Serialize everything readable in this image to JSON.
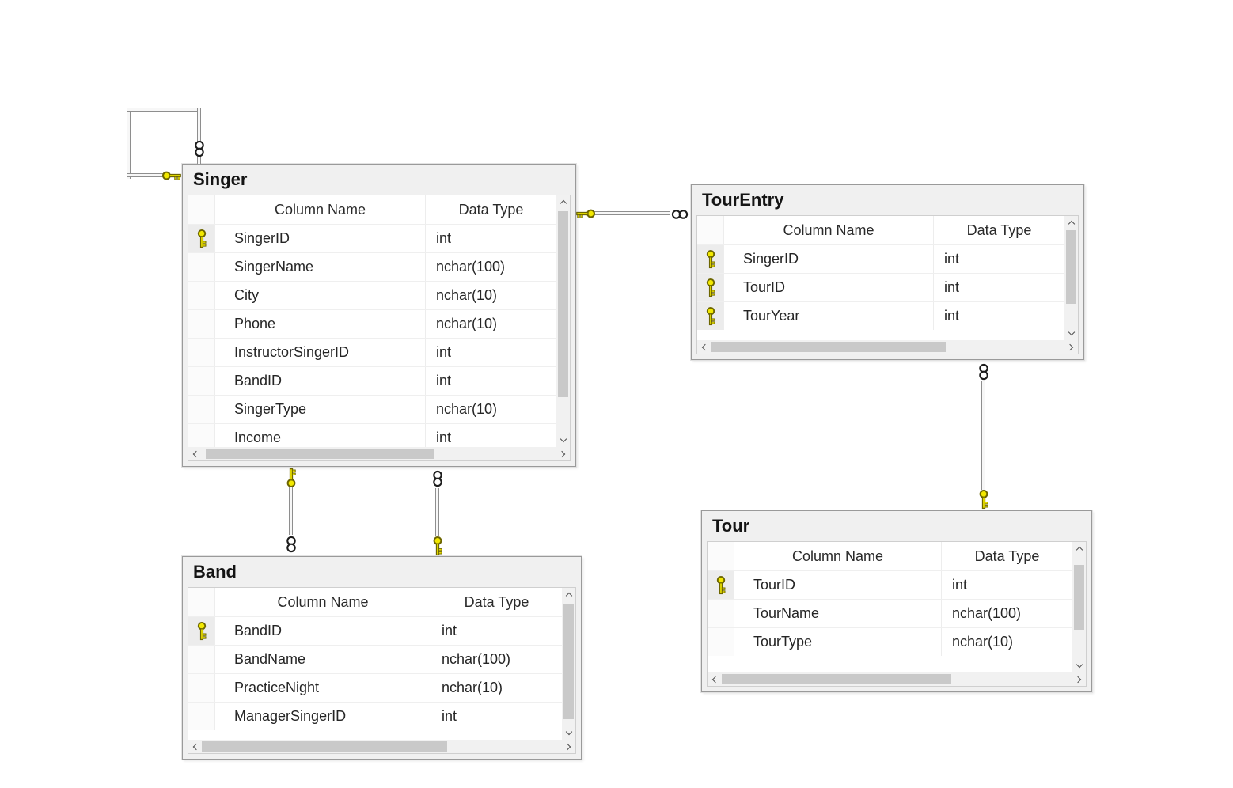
{
  "diagram": {
    "tables": [
      {
        "name": "Singer",
        "headers": [
          "Column Name",
          "Data Type"
        ],
        "rows": [
          {
            "key": true,
            "name": "SingerID",
            "type": "int"
          },
          {
            "key": false,
            "name": "SingerName",
            "type": "nchar(100)"
          },
          {
            "key": false,
            "name": "City",
            "type": "nchar(10)"
          },
          {
            "key": false,
            "name": "Phone",
            "type": "nchar(10)"
          },
          {
            "key": false,
            "name": "InstructorSingerID",
            "type": "int"
          },
          {
            "key": false,
            "name": "BandID",
            "type": "int"
          },
          {
            "key": false,
            "name": "SingerType",
            "type": "nchar(10)"
          },
          {
            "key": false,
            "name": "Income",
            "type": "int"
          }
        ]
      },
      {
        "name": "TourEntry",
        "headers": [
          "Column Name",
          "Data Type"
        ],
        "rows": [
          {
            "key": true,
            "name": "SingerID",
            "type": "int"
          },
          {
            "key": true,
            "name": "TourID",
            "type": "int"
          },
          {
            "key": true,
            "name": "TourYear",
            "type": "int"
          }
        ]
      },
      {
        "name": "Band",
        "headers": [
          "Column Name",
          "Data Type"
        ],
        "rows": [
          {
            "key": true,
            "name": "BandID",
            "type": "int"
          },
          {
            "key": false,
            "name": "BandName",
            "type": "nchar(100)"
          },
          {
            "key": false,
            "name": "PracticeNight",
            "type": "nchar(10)"
          },
          {
            "key": false,
            "name": "ManagerSingerID",
            "type": "int"
          }
        ]
      },
      {
        "name": "Tour",
        "headers": [
          "Column Name",
          "Data Type"
        ],
        "rows": [
          {
            "key": true,
            "name": "TourID",
            "type": "int"
          },
          {
            "key": false,
            "name": "TourName",
            "type": "nchar(100)"
          },
          {
            "key": false,
            "name": "TourType",
            "type": "nchar(10)"
          }
        ]
      }
    ],
    "relationships": [
      {
        "id": "singer-self",
        "one_side": "Singer",
        "many_side": "Singer"
      },
      {
        "id": "singer-tourentry",
        "one_side": "Singer",
        "many_side": "TourEntry"
      },
      {
        "id": "singer-band-manager",
        "one_side": "Singer",
        "many_side": "Band"
      },
      {
        "id": "band-singer",
        "one_side": "Band",
        "many_side": "Singer"
      },
      {
        "id": "tour-tourentry",
        "one_side": "Tour",
        "many_side": "TourEntry"
      }
    ],
    "icons": {
      "one_end": "key-icon",
      "many_end": "infinity-icon",
      "scroll": [
        "chevron-up-icon",
        "chevron-down-icon",
        "chevron-left-icon",
        "chevron-right-icon"
      ]
    },
    "colors": {
      "key_yellow": "#f2e800",
      "key_outline": "#6d6600",
      "connector": "#8e8e8e",
      "card_bg": "#f0f0f0",
      "card_border": "#9a9a9a",
      "text": "#1f1f1f",
      "scroll_track": "#f1f1f1",
      "scroll_thumb": "#c9c9c9",
      "background": "#ffffff"
    }
  }
}
